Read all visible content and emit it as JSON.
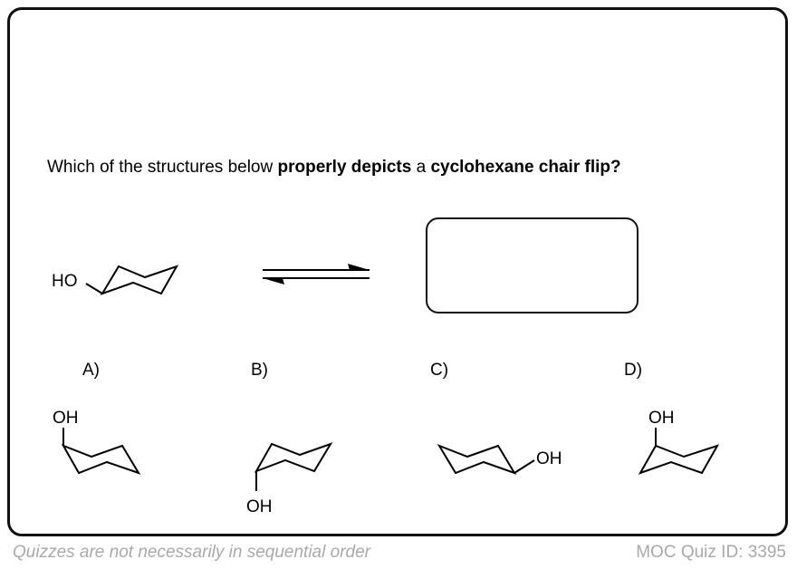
{
  "question": {
    "part1": "Which of the structures below ",
    "bold1": "properly depicts",
    "part2": " a ",
    "bold2": "cyclohexane chair flip?"
  },
  "starting_structure": {
    "substituent_label": "HO"
  },
  "options": [
    {
      "label": "A)",
      "substituent_label": "OH"
    },
    {
      "label": "B)",
      "substituent_label": "OH"
    },
    {
      "label": "C)",
      "substituent_label": "OH"
    },
    {
      "label": "D)",
      "substituent_label": "OH"
    }
  ],
  "footer": {
    "left": "Quizzes are not necessarily in sequential order",
    "right": "MOC Quiz ID: 3395"
  }
}
